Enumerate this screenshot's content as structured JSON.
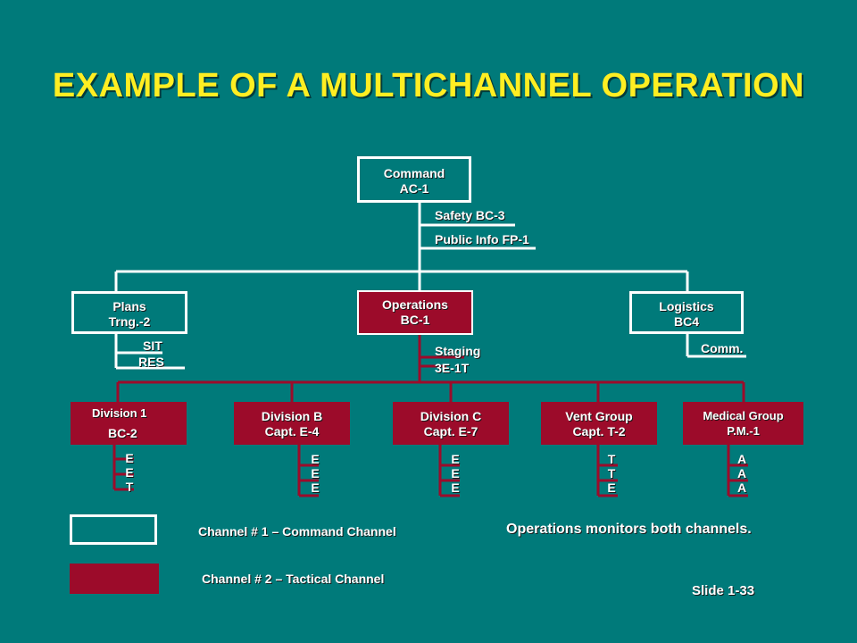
{
  "title": "EXAMPLE OF A MULTICHANNEL OPERATION",
  "command": {
    "line1": "Command",
    "line2": "AC-1"
  },
  "command_staff": {
    "safety": "Safety BC-3",
    "public_info": "Public Info FP-1"
  },
  "plans": {
    "line1": "Plans",
    "line2": "Trng.-2",
    "units": [
      "SIT",
      "RES"
    ]
  },
  "operations": {
    "line1": "Operations",
    "line2": "BC-1",
    "staging1": "Staging",
    "staging2": "3E-1T"
  },
  "logistics": {
    "line1": "Logistics",
    "line2": "BC4",
    "units": [
      "Comm."
    ]
  },
  "divisions": [
    {
      "line1": "Division 1",
      "line2": "BC-2",
      "units": [
        "E",
        "E",
        "T"
      ]
    },
    {
      "line1": "Division B",
      "line2": "Capt. E-4",
      "units": [
        "E",
        "E",
        "E"
      ]
    },
    {
      "line1": "Division C",
      "line2": "Capt. E-7",
      "units": [
        "E",
        "E",
        "E"
      ]
    },
    {
      "line1": "Vent Group",
      "line2": "Capt. T-2",
      "units": [
        "T",
        "T",
        "E"
      ]
    },
    {
      "line1": "Medical Group",
      "line2": "P.M.-1",
      "units": [
        "A",
        "A",
        "A"
      ]
    }
  ],
  "legend": {
    "channel1": "Channel # 1 – Command Channel",
    "channel2": "Channel # 2 – Tactical Channel"
  },
  "note": "Operations monitors both channels.",
  "slide": "Slide 1-33",
  "colors": {
    "background": "#007a7a",
    "tactical": "#9c0b2a",
    "command": "#ffffff",
    "title": "#ffee22"
  }
}
